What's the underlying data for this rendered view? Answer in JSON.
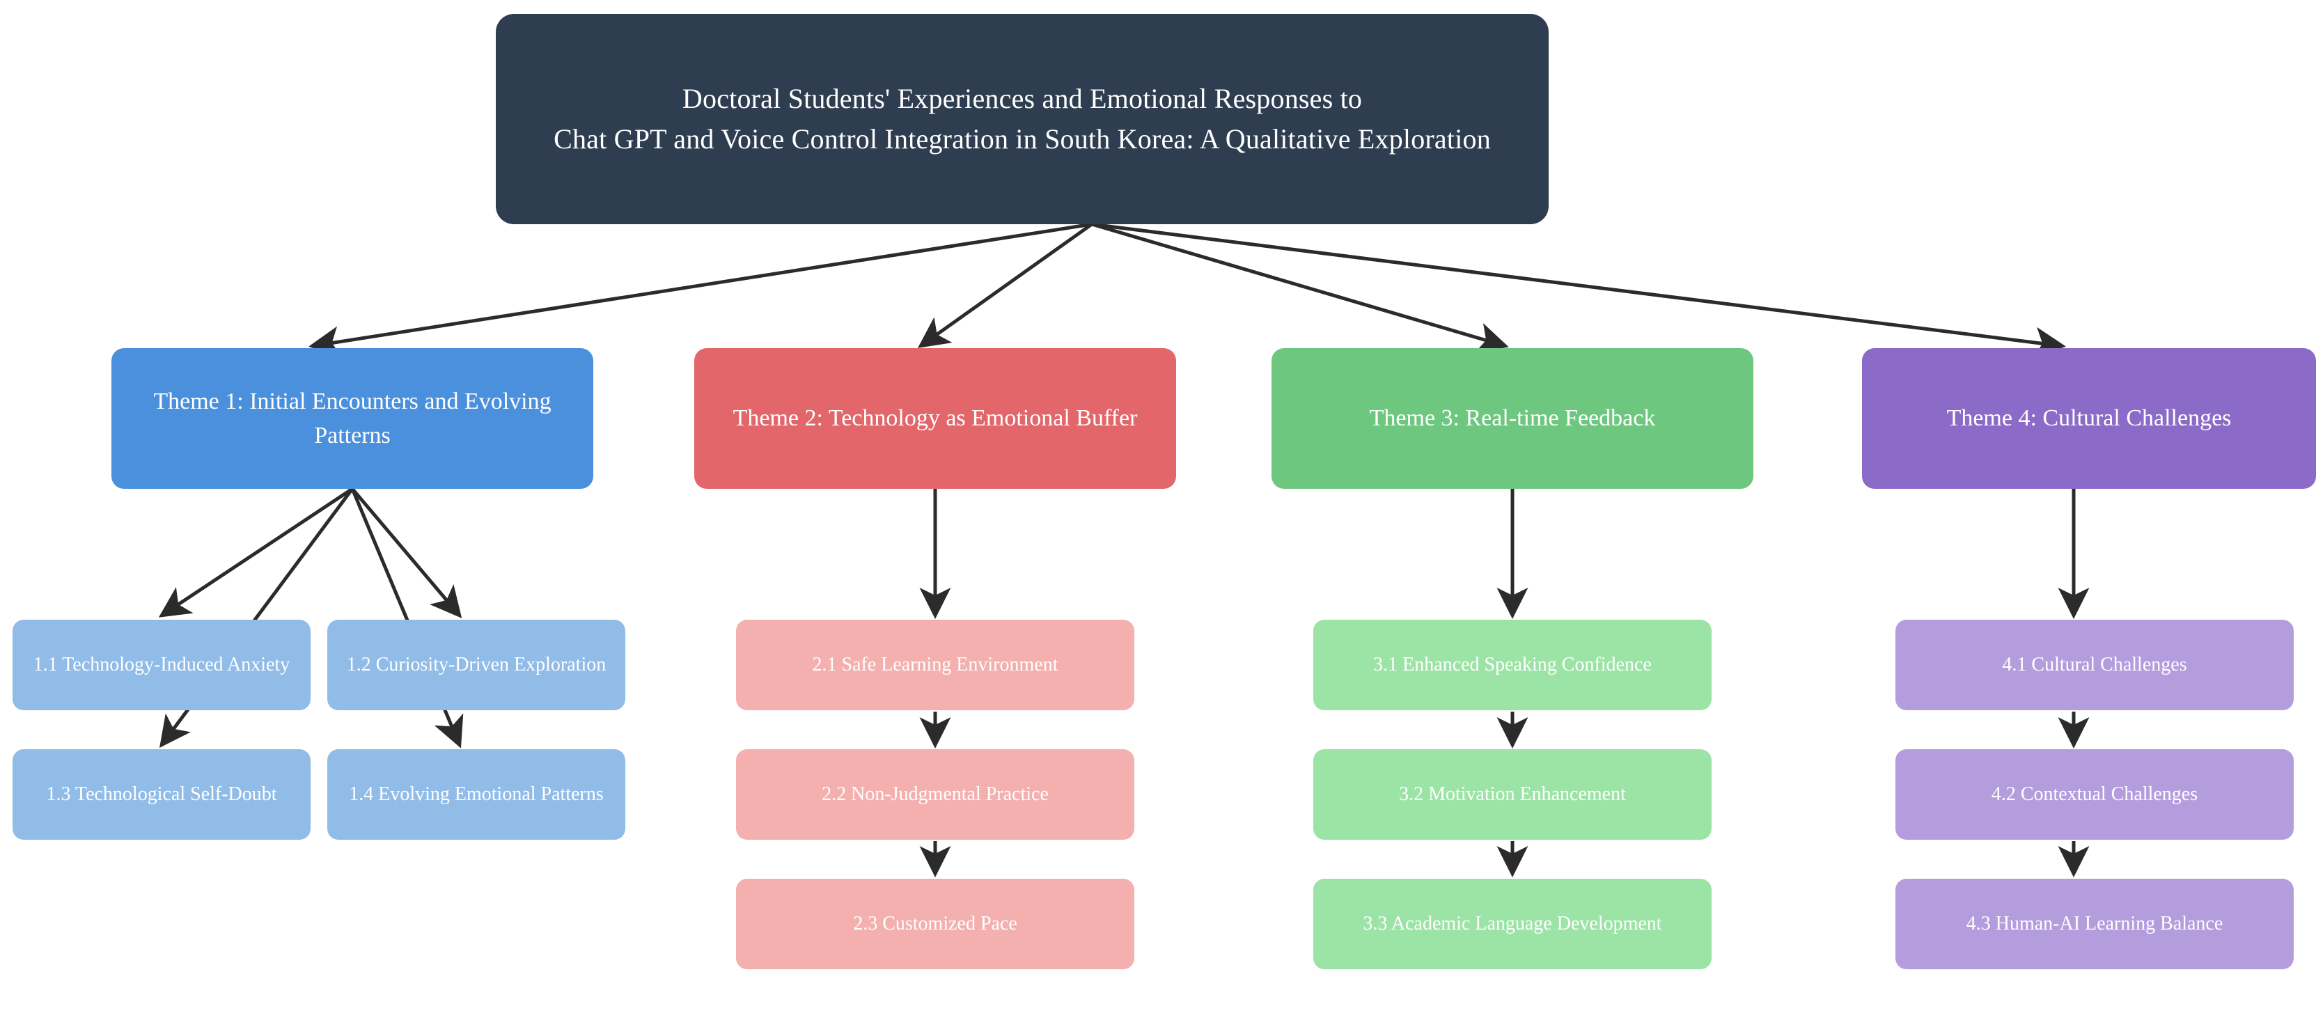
{
  "diagram": {
    "type": "hierarchy-tree",
    "background": "#ffffff",
    "edge_color": "#2b2b2b"
  },
  "root": {
    "id": "root",
    "title_line_1": "Doctoral Students' Experiences and Emotional Responses to",
    "title_line_2": "Chat GPT and Voice Control Integration in South Korea: A Qualitative Exploration",
    "color": "#2e3e50",
    "text_color": "#ffffff"
  },
  "themes": [
    {
      "id": "theme1",
      "label": "Theme 1: Initial Encounters and Evolving Patterns",
      "color": "#4a90dd",
      "sub_color": "#91bce8",
      "children": [
        {
          "id": "t1c1",
          "label": "1.1 Technology-Induced Anxiety"
        },
        {
          "id": "t1c2",
          "label": "1.2 Curiosity-Driven Exploration"
        },
        {
          "id": "t1c3",
          "label": "1.3 Technological Self-Doubt"
        },
        {
          "id": "t1c4",
          "label": "1.4 Evolving Emotional Patterns"
        }
      ]
    },
    {
      "id": "theme2",
      "label": "Theme 2: Technology as Emotional Buffer",
      "color": "#e2666a",
      "sub_color": "#f3b0ae",
      "children": [
        {
          "id": "t2c1",
          "label": "2.1 Safe Learning Environment"
        },
        {
          "id": "t2c2",
          "label": "2.2 Non-Judgmental Practice"
        },
        {
          "id": "t2c3",
          "label": "2.3 Customized Pace"
        }
      ]
    },
    {
      "id": "theme3",
      "label": "Theme 3: Real-time Feedback",
      "color": "#6ec77f",
      "sub_color": "#9ce3a6",
      "children": [
        {
          "id": "t3c1",
          "label": "3.1 Enhanced Speaking Confidence"
        },
        {
          "id": "t3c2",
          "label": "3.2 Motivation Enhancement"
        },
        {
          "id": "t3c3",
          "label": "3.3 Academic Language Development"
        }
      ]
    },
    {
      "id": "theme4",
      "label": "Theme 4: Cultural Challenges",
      "color": "#8b6ac8",
      "sub_color": "#b49ddd",
      "children": [
        {
          "id": "t4c1",
          "label": "4.1 Cultural Challenges"
        },
        {
          "id": "t4c2",
          "label": "4.2 Contextual Challenges"
        },
        {
          "id": "t4c3",
          "label": "4.3 Human-AI Learning Balance"
        }
      ]
    }
  ]
}
